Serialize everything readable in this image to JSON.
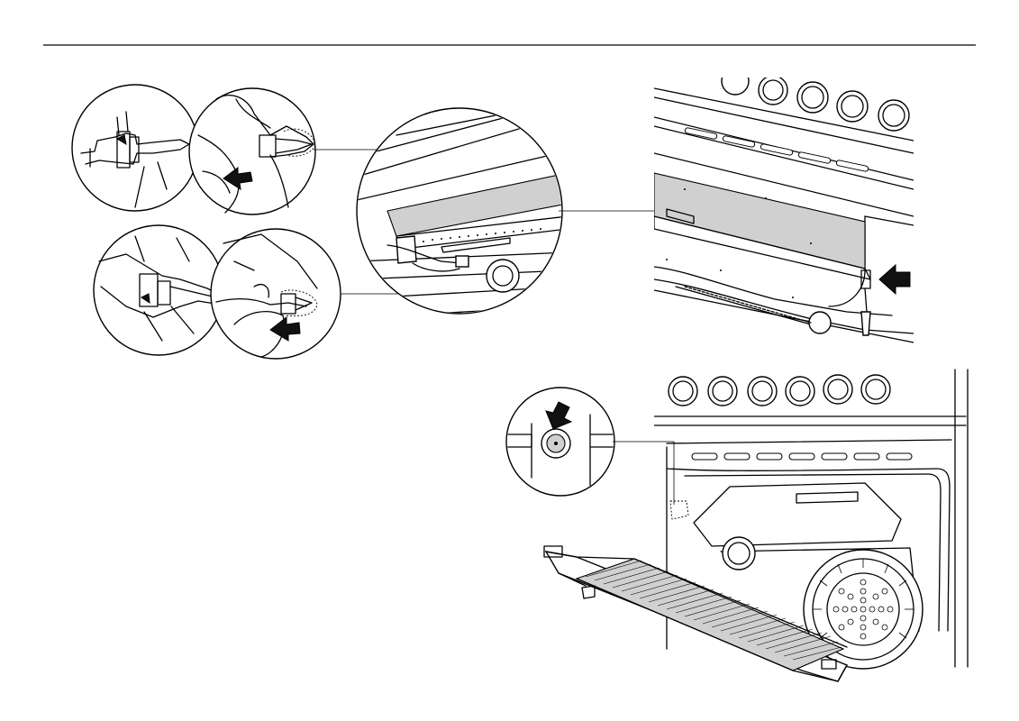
{
  "page": {
    "background": "#ffffff",
    "line_color": "#000000",
    "shade_color": "#d0d0d0"
  },
  "figures": [
    {
      "id": "connector-disconnect-upper",
      "icon": "connector-detail-circles"
    },
    {
      "id": "connector-disconnect-lower",
      "icon": "connector-detail-circles"
    },
    {
      "id": "burner-detail",
      "icon": "burner-closeup-circle"
    },
    {
      "id": "oven-burner-unscrew",
      "icon": "oven-cavity-drawing"
    },
    {
      "id": "burner-removal",
      "icon": "oven-burner-removed-drawing"
    }
  ]
}
